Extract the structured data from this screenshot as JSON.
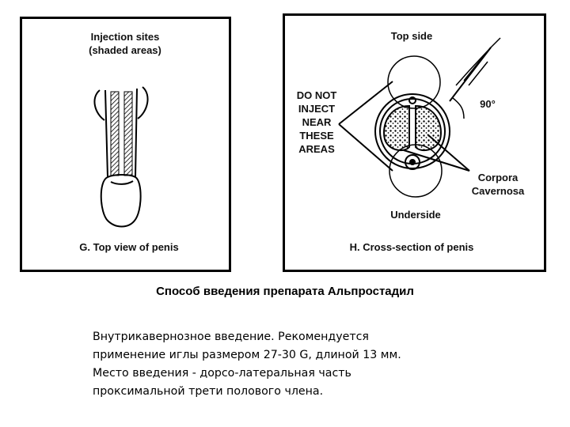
{
  "panel_g": {
    "label_injection_sites": "Injection sites",
    "label_shaded_areas": "(shaded areas)",
    "caption": "G.  Top view of penis"
  },
  "panel_h": {
    "label_top_side": "Top side",
    "label_warning": [
      "DO NOT",
      "INJECT",
      "NEAR",
      "THESE",
      "AREAS"
    ],
    "label_angle": "90°",
    "label_corpora": [
      "Corpora",
      "Cavernosa"
    ],
    "label_underside": "Underside",
    "caption": "H.  Cross-section of penis"
  },
  "slide_title": "Способ введения препарата Альпростадил",
  "description_lines": [
    "Внутрикавернозное введение. Рекомендуется",
    "применение иглы размером  27-30 G, длиной 13 мм.",
    "Место введения - дорсо-латеральная часть",
    "проксимальной трети полового члена."
  ]
}
